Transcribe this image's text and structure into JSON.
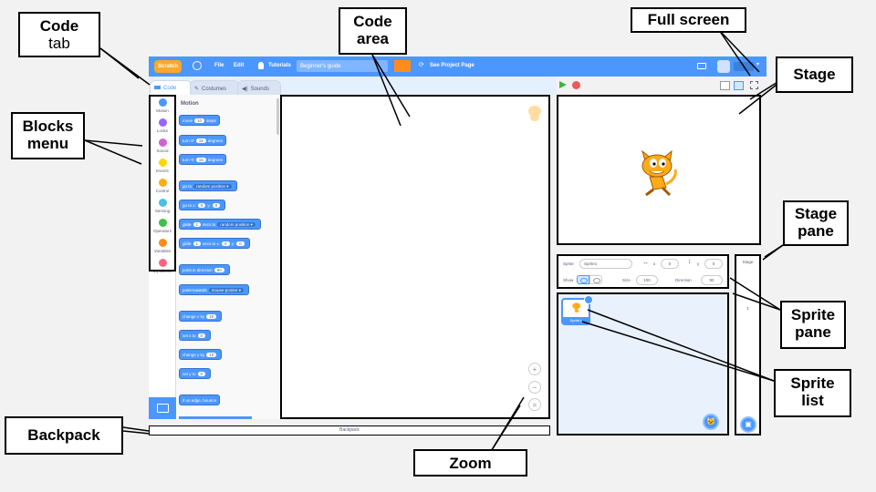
{
  "annotations": {
    "code_tab": {
      "title": "Code",
      "sub": "tab"
    },
    "blocks_menu": {
      "line1": "Blocks",
      "line2": "menu"
    },
    "code_area": {
      "line1": "Code",
      "line2": "area"
    },
    "full_screen": "Full screen",
    "stage": "Stage",
    "stage_pane": {
      "line1": "Stage",
      "line2": "pane"
    },
    "sprite_pane": {
      "line1": "Sprite",
      "line2": "pane"
    },
    "sprite_list": {
      "line1": "Sprite",
      "line2": "list"
    },
    "backpack": "Backpack",
    "zoom": "Zoom"
  },
  "menubar": {
    "logo": "Scratch",
    "file": "File",
    "edit": "Edit",
    "tutorials": "Tutorials",
    "project_title": "Beginner's guide",
    "see_project": "See Project Page"
  },
  "tabs": {
    "code": "Code",
    "costumes": "Costumes",
    "sounds": "Sounds"
  },
  "categories": [
    {
      "label": "Motion",
      "color": "#4c97ff"
    },
    {
      "label": "Looks",
      "color": "#9966ff"
    },
    {
      "label": "Sound",
      "color": "#cf63cf"
    },
    {
      "label": "Events",
      "color": "#ffd500"
    },
    {
      "label": "Control",
      "color": "#ffab19"
    },
    {
      "label": "Sensing",
      "color": "#4cbfe6"
    },
    {
      "label": "Operators",
      "color": "#40bf4a"
    },
    {
      "label": "Variables",
      "color": "#ff8c1a"
    },
    {
      "label": "My Blocks",
      "color": "#ff6680"
    }
  ],
  "palette": {
    "header": "Motion",
    "blocks": {
      "move": {
        "a": "move",
        "v": "10",
        "b": "steps"
      },
      "turn_cw": {
        "a": "turn ⟳",
        "v": "15",
        "b": "degrees"
      },
      "turn_ccw": {
        "a": "turn ⟲",
        "v": "15",
        "b": "degrees"
      },
      "goto": {
        "a": "go to",
        "v": "random position ▾"
      },
      "gotoxy": {
        "a": "go to x:",
        "v": "0",
        "b": "y:",
        "v2": "0"
      },
      "glide": {
        "a": "glide",
        "v": "1",
        "b": "secs to",
        "v2": "random position ▾"
      },
      "glidexy": {
        "a": "glide",
        "v": "1",
        "b": "secs to x:",
        "v2": "0",
        "c": "y:",
        "v3": "0"
      },
      "point": {
        "a": "point in direction",
        "v": "90"
      },
      "pointtowards": {
        "a": "point towards",
        "v": "mouse-pointer ▾"
      },
      "changex": {
        "a": "change x by",
        "v": "10"
      },
      "setx": {
        "a": "set x to",
        "v": "0"
      },
      "changey": {
        "a": "change y by",
        "v": "10"
      },
      "sety": {
        "a": "set y to",
        "v": "0"
      },
      "bounce": {
        "a": "if on edge, bounce"
      }
    }
  },
  "backpack_label": "Backpack",
  "sprite_info": {
    "sprite_label": "Sprite",
    "sprite_name": "Sprite1",
    "x_label": "x",
    "x_value": "0",
    "y_label": "y",
    "y_value": "0",
    "show_label": "Show",
    "size_label": "Size",
    "size_value": "100",
    "direction_label": "Direction",
    "direction_value": "90"
  },
  "sprite_list": {
    "thumb_label": "Sprite1"
  },
  "stage_pane": {
    "label": "Stage",
    "backdrops": "1"
  },
  "icons": {
    "cat": "scratch-cat-icon",
    "green_flag": "green-flag-icon",
    "stop": "stop-icon"
  }
}
